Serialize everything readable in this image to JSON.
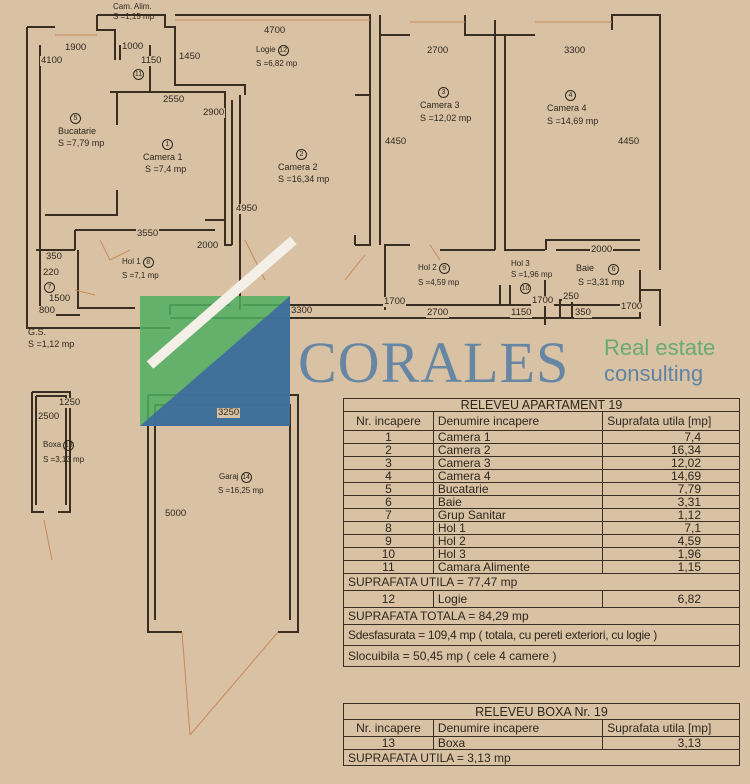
{
  "plan": {
    "rooms": {
      "cam_alim": {
        "name": "Cam. Alim.",
        "area": "S =1,15 mp",
        "num": "11"
      },
      "logie": {
        "name": "Logie",
        "area": "S =6,82 mp",
        "num": "12"
      },
      "bucatarie": {
        "name": "Bucatarie",
        "area": "S =7,79 mp",
        "num": "5"
      },
      "camera1": {
        "name": "Camera 1",
        "area": "S =7,4 mp",
        "num": "1"
      },
      "camera2": {
        "name": "Camera 2",
        "area": "S =16,34 mp",
        "num": "2"
      },
      "camera3": {
        "name": "Camera 3",
        "area": "S =12,02 mp",
        "num": "3"
      },
      "camera4": {
        "name": "Camera 4",
        "area": "S =14,69 mp",
        "num": "4"
      },
      "hol1": {
        "name": "Hol 1",
        "area": "S =7,1 mp",
        "num": "8"
      },
      "hol2": {
        "name": "Hol 2",
        "area": "S =4,59 mp",
        "num": "9"
      },
      "hol3": {
        "name": "Hol 3",
        "area": "S =1,96 mp",
        "num": "10"
      },
      "baie": {
        "name": "Baie",
        "area": "S =3,31 mp",
        "num": "6"
      },
      "gs": {
        "name": "G.S.",
        "area": "S =1,12 mp",
        "num": "7"
      },
      "boxa": {
        "name": "Boxa",
        "area": "S =3,13 mp",
        "num": "13"
      },
      "garaj": {
        "name": "Garaj",
        "area": "S =16,25 mp",
        "num": "14"
      }
    },
    "dimensions": {
      "d1900": "1900",
      "d4100": "4100",
      "d1000": "1000",
      "d1150a": "1150",
      "d1450": "1450",
      "d4700": "4700",
      "d2550": "2550",
      "d2900": "2900",
      "d4950": "4950",
      "d3550": "3550",
      "d2000a": "2000",
      "d350a": "350",
      "d220": "220",
      "d1500": "1500",
      "d800": "800",
      "d3300a": "3300",
      "d2700a": "2700",
      "d3300b": "3300",
      "d4450a": "4450",
      "d4450b": "4450",
      "d2000b": "2000",
      "d1700a": "1700",
      "d2700b": "2700",
      "d1150b": "1150",
      "d1700b": "1700",
      "d250": "250",
      "d350b": "350",
      "d1700c": "1700",
      "d1250": "1250",
      "d2500": "2500",
      "d3250": "3250",
      "d5000": "5000"
    }
  },
  "logo": {
    "name": "CORALES",
    "line1": "Real estate",
    "line2": "consulting"
  },
  "apartment_table": {
    "title": "RELEVEU APARTAMENT 19",
    "headers": [
      "Nr. incapere",
      "Denumire incapere",
      "Suprafata utila [mp]"
    ],
    "rows": [
      [
        "1",
        "Camera 1",
        "7,4"
      ],
      [
        "2",
        "Camera 2",
        "16,34"
      ],
      [
        "3",
        "Camera 3",
        "12,02"
      ],
      [
        "4",
        "Camera 4",
        "14,69"
      ],
      [
        "5",
        "Bucatarie",
        "7,79"
      ],
      [
        "6",
        "Baie",
        "3,31"
      ],
      [
        "7",
        "Grup Sanitar",
        "1,12"
      ],
      [
        "8",
        "Hol 1",
        "7,1"
      ],
      [
        "9",
        "Hol 2",
        "4,59"
      ],
      [
        "10",
        "Hol 3",
        "1,96"
      ],
      [
        "11",
        "Camara Alimente",
        "1,15"
      ]
    ],
    "suprafata_utila": "SUPRAFATA UTILA = 77,47 mp",
    "logie_row": [
      "12",
      "Logie",
      "6,82"
    ],
    "suprafata_totala": "SUPRAFATA TOTALA = 84,29 mp",
    "sdesfasurata": "Sdesfasurata = 109,4 mp ( totala, cu pereti exteriori, cu logie )",
    "slocuibila": "Slocuibila = 50,45 mp ( cele 4 camere )"
  },
  "boxa_table": {
    "title": "RELEVEU BOXA Nr. 19",
    "headers": [
      "Nr. incapere",
      "Denumire incapere",
      "Suprafata utila [mp]"
    ],
    "row": [
      "13",
      "Boxa",
      "3,13"
    ],
    "suprafata_utila": "SUPRAFATA UTILA = 3,13 mp"
  }
}
